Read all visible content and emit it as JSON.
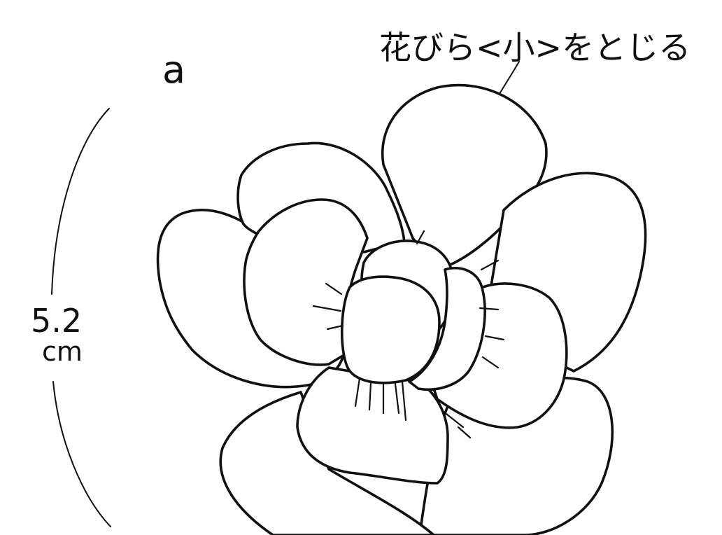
{
  "figure": {
    "panel_label": "a",
    "annotation": "花びら<小>をとじる",
    "dimension": {
      "value": "5.2",
      "unit": "cm"
    }
  }
}
